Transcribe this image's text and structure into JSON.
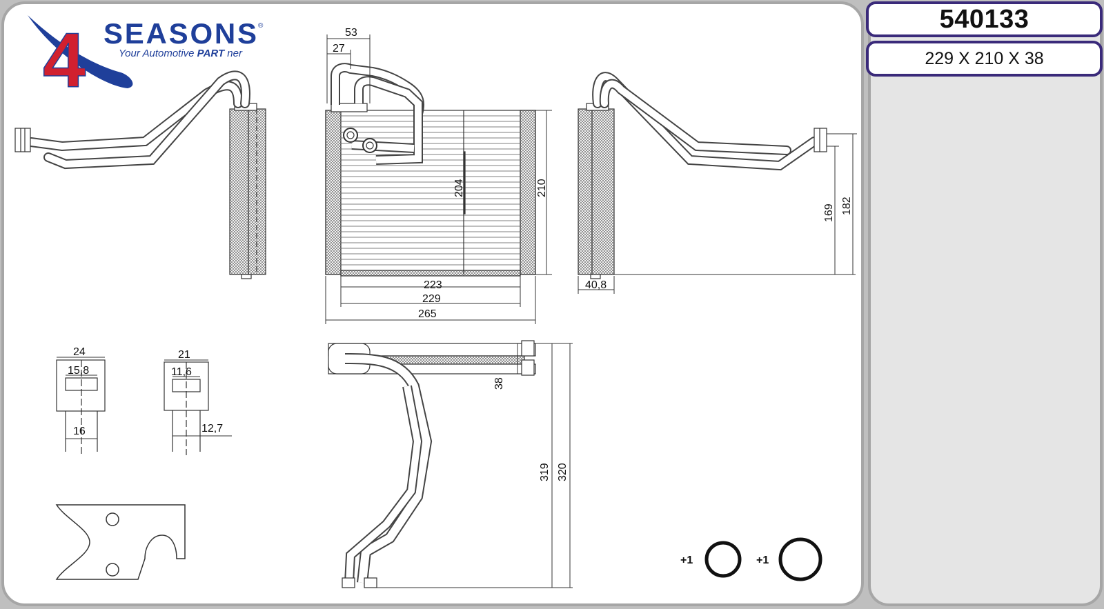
{
  "brand": {
    "name": "SEASONS",
    "digit": "4",
    "registered": "®",
    "tagline_prefix": "Your Automotive ",
    "tagline_bold": "PART",
    "tagline_suffix": " ner",
    "colors": {
      "red": "#d1202f",
      "blue": "#1f3f9a"
    }
  },
  "part": {
    "number": "540133",
    "dimensions": "229 X 210 X 38"
  },
  "dimensions": {
    "top_53": "53",
    "top_27": "27",
    "core_204": "204",
    "height_210": "210",
    "width_223": "223",
    "width_229": "229",
    "width_265": "265",
    "depth_40_8": "40,8",
    "height_169": "169",
    "height_182": "182",
    "fitting_a_24": "24",
    "fitting_a_15_8": "15,8",
    "fitting_a_16": "16",
    "fitting_b_21": "21",
    "fitting_b_11_6": "11,6",
    "fitting_b_12_7": "12,7",
    "thickness_38": "38",
    "length_319": "319",
    "length_320": "320"
  },
  "accessories": [
    {
      "label": "+1",
      "icon": "o-ring-icon"
    },
    {
      "label": "+1",
      "icon": "o-ring-icon"
    }
  ],
  "colors": {
    "frame": "#a6a6a6",
    "box_border": "#3a2a7a",
    "line": "#333333"
  }
}
